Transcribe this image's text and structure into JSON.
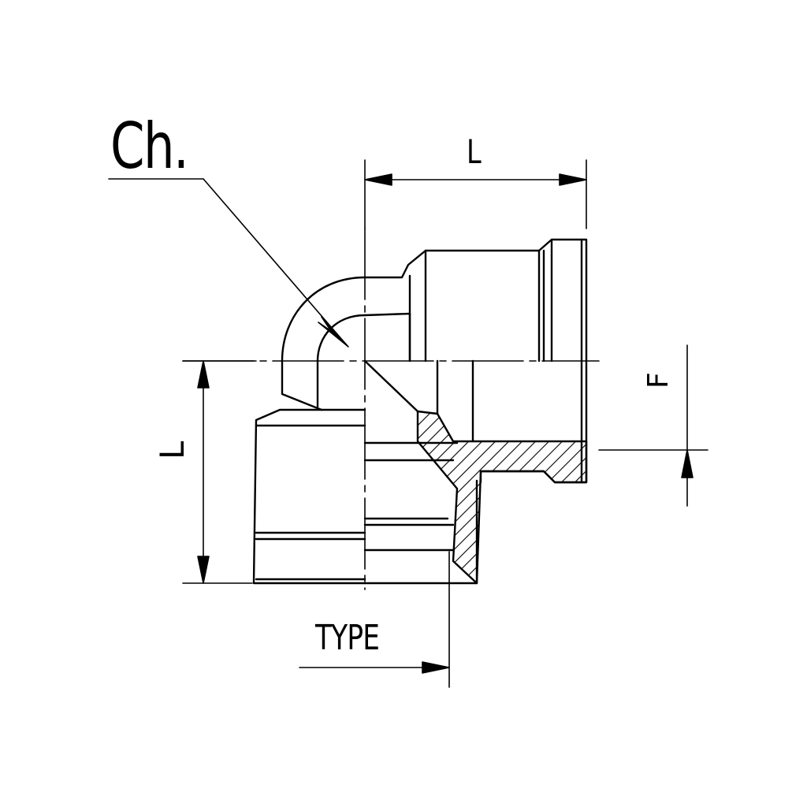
{
  "labels": {
    "chamfer": "Ch.",
    "length_top": "L",
    "length_left": "L",
    "thread_f": "F",
    "type": "TYPE"
  },
  "colors": {
    "line": "#000000",
    "background": "#ffffff"
  }
}
